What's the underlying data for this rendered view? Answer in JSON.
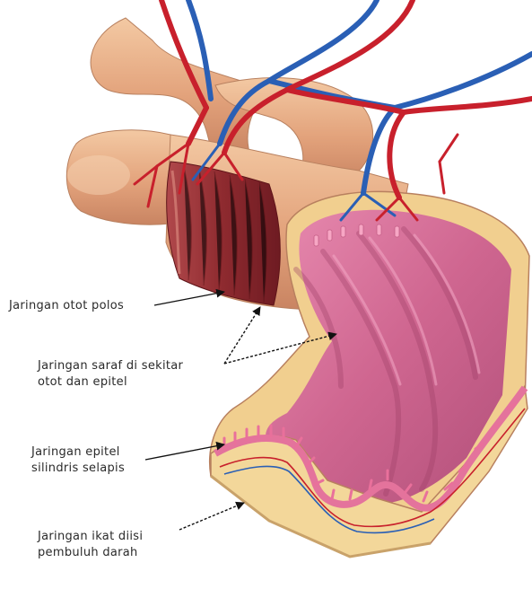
{
  "labels": {
    "smooth_muscle": "Jaringan otot polos",
    "nerve_line1": "Jaringan saraf di sekitar",
    "nerve_line2": "otot dan epitel",
    "epithelial_line1": "Jaringan epitel",
    "epithelial_line2": "silindris selapis",
    "connective_line1": "Jaringan ikat diisi",
    "connective_line2": "pembuluh darah"
  },
  "colors": {
    "artery": "#c8202c",
    "vein": "#2a5fb5",
    "intestine_outer": "#e8b08a",
    "muscle": "#8e2a2f",
    "mucosa": "#d9739a",
    "connective": "#f1cf8f",
    "label_text": "#2a2a2a",
    "pointer": "#111111"
  },
  "icons": [
    "arrow-pointer-icon"
  ]
}
